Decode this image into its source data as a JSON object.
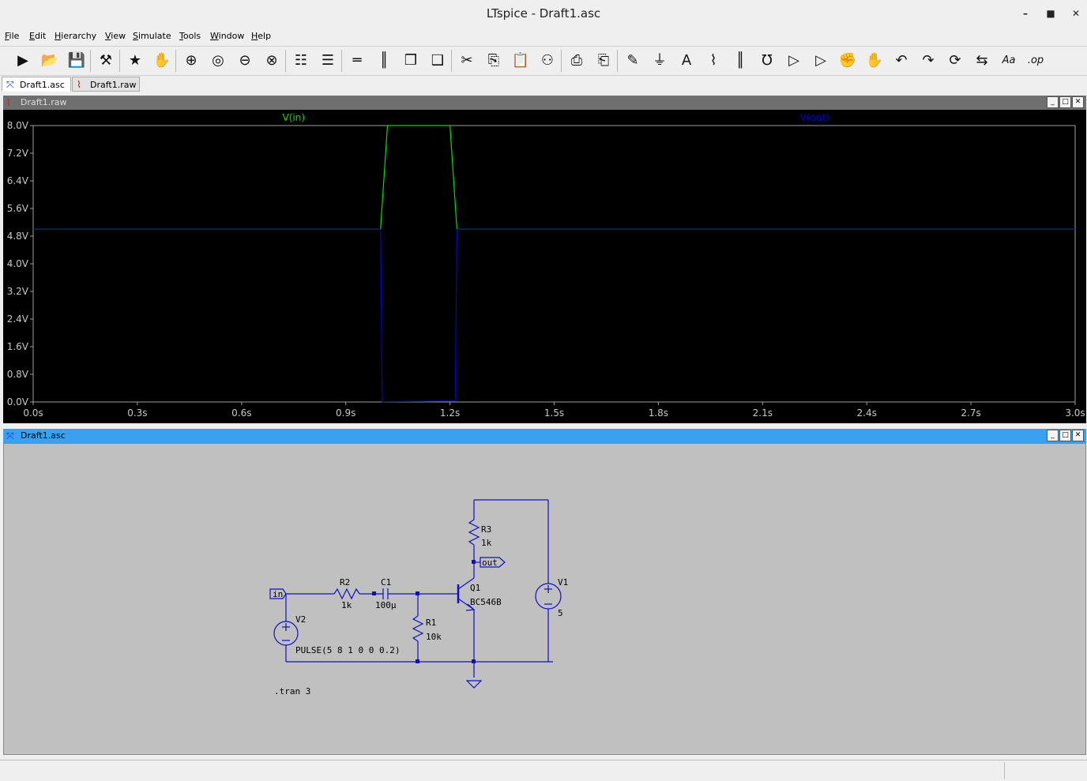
{
  "app": {
    "title": "LTspice - Draft1.asc",
    "window_controls": {
      "minimize": "–",
      "maximize": "■",
      "close": "✕"
    }
  },
  "menu": [
    {
      "key": "F",
      "rest": "ile"
    },
    {
      "key": "E",
      "rest": "dit"
    },
    {
      "key": "H",
      "rest": "ierarchy"
    },
    {
      "key": "V",
      "rest": "iew"
    },
    {
      "key": "S",
      "rest": "imulate"
    },
    {
      "key": "T",
      "rest": "ools"
    },
    {
      "key": "W",
      "rest": "indow"
    },
    {
      "key": "H",
      "rest": "elp"
    }
  ],
  "toolbar": [
    {
      "name": "run-icon",
      "glyph": "▶"
    },
    {
      "name": "open-folder-icon",
      "glyph": "📂"
    },
    {
      "name": "save-icon",
      "glyph": "💾"
    },
    {
      "name": "control-panel-icon",
      "glyph": "⚒"
    },
    {
      "name": "halt-icon",
      "glyph": "★"
    },
    {
      "name": "pan-hand-icon",
      "glyph": "✋"
    },
    {
      "name": "zoom-in-icon",
      "glyph": "⊕"
    },
    {
      "name": "zoom-area-icon",
      "glyph": "◎"
    },
    {
      "name": "zoom-out-icon",
      "glyph": "⊖"
    },
    {
      "name": "zoom-fit-icon",
      "glyph": "⊗"
    },
    {
      "name": "autorange-icon",
      "glyph": "☷"
    },
    {
      "name": "plot-settings-icon",
      "glyph": "☰"
    },
    {
      "name": "tile-horizontal-icon",
      "glyph": "═"
    },
    {
      "name": "tile-vertical-icon",
      "glyph": "║"
    },
    {
      "name": "cascade-icon",
      "glyph": "❒"
    },
    {
      "name": "arrange-icons-icon",
      "glyph": "❑"
    },
    {
      "name": "cut-icon",
      "glyph": "✂"
    },
    {
      "name": "copy-icon",
      "glyph": "⎘"
    },
    {
      "name": "paste-icon",
      "glyph": "📋"
    },
    {
      "name": "find-icon",
      "glyph": "⚇"
    },
    {
      "name": "print-icon",
      "glyph": "⎙"
    },
    {
      "name": "print-preview-icon",
      "glyph": "⎗"
    },
    {
      "name": "wire-pencil-icon",
      "glyph": "✎"
    },
    {
      "name": "ground-icon",
      "glyph": "⏚"
    },
    {
      "name": "label-net-icon",
      "glyph": "A"
    },
    {
      "name": "resistor-icon",
      "glyph": "⌇"
    },
    {
      "name": "capacitor-icon",
      "glyph": "║"
    },
    {
      "name": "inductor-icon",
      "glyph": "℧"
    },
    {
      "name": "diode-icon",
      "glyph": "▷"
    },
    {
      "name": "component-icon",
      "glyph": "▷"
    },
    {
      "name": "move-hand-icon",
      "glyph": "✊"
    },
    {
      "name": "drag-hand-icon",
      "glyph": "✋"
    },
    {
      "name": "undo-icon",
      "glyph": "↶"
    },
    {
      "name": "redo-icon",
      "glyph": "↷"
    },
    {
      "name": "rotate-icon",
      "glyph": "⟳"
    },
    {
      "name": "mirror-icon",
      "glyph": "⇆"
    },
    {
      "name": "text-icon",
      "glyph": "Aa"
    },
    {
      "name": "spice-directive-icon",
      "glyph": ".op"
    }
  ],
  "tabs": [
    {
      "label": "Draft1.asc",
      "glyph": "⤧"
    },
    {
      "label": "Draft1.raw",
      "glyph": "⌇"
    }
  ],
  "plot_window": {
    "title": "Draft1.raw",
    "icon": "⌇",
    "buttons": {
      "minimize": "_",
      "maximize": "□",
      "close": "✕"
    }
  },
  "schematic_window": {
    "title": "Draft1.asc",
    "icon": "⤧",
    "buttons": {
      "minimize": "_",
      "maximize": "□",
      "close": "✕"
    }
  },
  "colors": {
    "vin_trace": "#00e000",
    "vout_trace": "#0000e0",
    "plot_grid": "#a0a0a0",
    "schematic_wire": "#1010c0",
    "schematic_bg": "#c0c0c0",
    "plot_window_title_bg": "#6f6f6f",
    "schematic_window_title_bg": "#3aa0f0"
  },
  "chart_data": {
    "type": "line",
    "ylim": [
      0,
      8
    ],
    "xlim": [
      0,
      3
    ],
    "yticks": [
      "0.0V",
      "0.8V",
      "1.6V",
      "2.4V",
      "3.2V",
      "4.0V",
      "4.8V",
      "5.6V",
      "6.4V",
      "7.2V",
      "8.0V"
    ],
    "xticks": [
      "0.0s",
      "0.3s",
      "0.6s",
      "0.9s",
      "1.2s",
      "1.5s",
      "1.8s",
      "2.1s",
      "2.4s",
      "2.7s",
      "3.0s"
    ],
    "series": [
      {
        "name": "V(in)",
        "x": [
          0,
          1.0,
          1.02,
          1.2,
          1.22,
          3.0
        ],
        "y": [
          5,
          5,
          8,
          8,
          5,
          5
        ]
      },
      {
        "name": "V(out)",
        "x": [
          0,
          1.0,
          1.005,
          1.215,
          1.22,
          3.0
        ],
        "y": [
          5,
          5,
          0.01,
          0.03,
          5,
          5
        ]
      }
    ]
  },
  "schematic": {
    "components": {
      "R2": {
        "name": "R2",
        "value": "1k"
      },
      "C1": {
        "name": "C1",
        "value": "100µ"
      },
      "R1": {
        "name": "R1",
        "value": "10k"
      },
      "R3": {
        "name": "R3",
        "value": "1k"
      },
      "Q1": {
        "name": "Q1",
        "value": "BC546B"
      },
      "V1": {
        "name": "V1",
        "value": "5"
      },
      "V2": {
        "name": "V2",
        "value": "PULSE(5 8 1 0 0 0.2)"
      }
    },
    "net_labels": {
      "in": "in",
      "out": "out"
    },
    "directive": ".tran 3"
  }
}
